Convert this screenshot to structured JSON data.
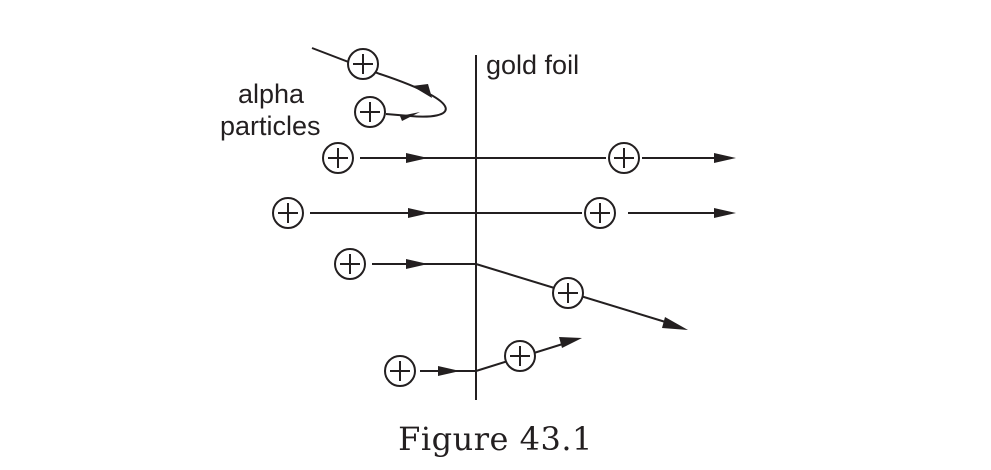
{
  "labels": {
    "alpha_line1": "alpha",
    "alpha_line2": "particles",
    "foil": "gold foil",
    "caption": "Figure 43.1"
  },
  "particle_symbol": "⊕ (circled plus)",
  "colors": {
    "ink": "#231f20",
    "background": "#ffffff"
  }
}
